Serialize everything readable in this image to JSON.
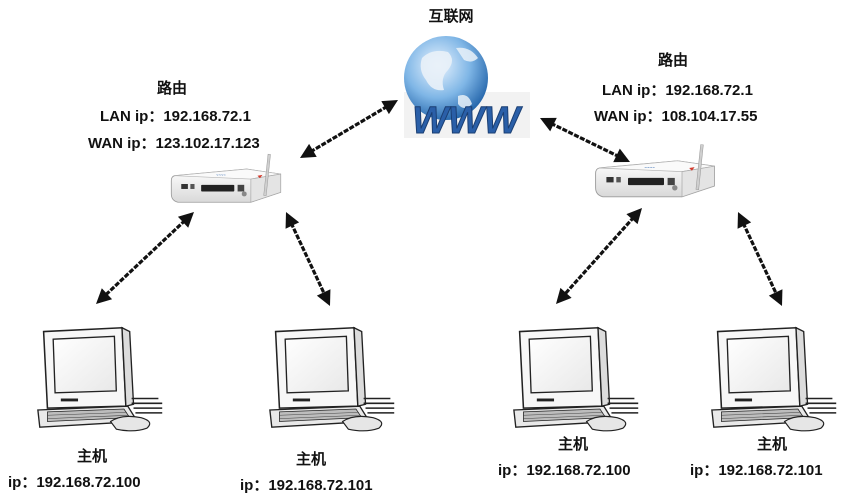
{
  "internet": {
    "label": "互联网",
    "logo_text": "WWW"
  },
  "routers": [
    {
      "title": "路由",
      "lan": "LAN ip：192.168.72.1",
      "wan": "WAN ip：123.102.17.123"
    },
    {
      "title": "路由",
      "lan": "LAN ip：192.168.72.1",
      "wan": "WAN ip：108.104.17.55"
    }
  ],
  "hosts": [
    {
      "title": "主机",
      "ip": "ip：192.168.72.100"
    },
    {
      "title": "主机",
      "ip": "ip：192.168.72.101"
    },
    {
      "title": "主机",
      "ip": "ip：192.168.72.100"
    },
    {
      "title": "主机",
      "ip": "ip：192.168.72.101"
    }
  ],
  "colors": {
    "arrow": "#111111",
    "globe_blue": "#2f7fc8",
    "logo_blue": "#2a5fa8",
    "router_body": "#f3f3f3",
    "router_accent": "#d33a2c"
  }
}
